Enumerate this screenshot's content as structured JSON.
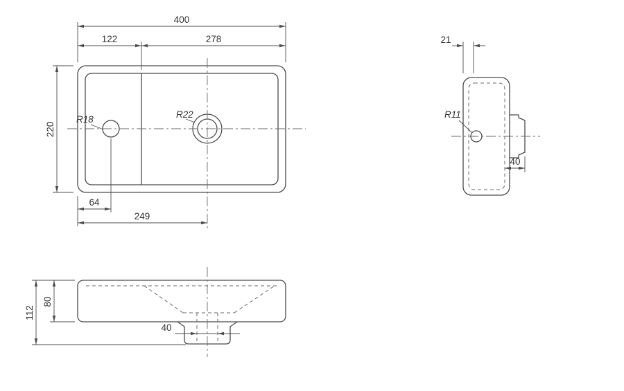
{
  "drawing_type": "washbasin-technical-drawing",
  "colors": {
    "line": "#4a4a4a",
    "hidden_line": "#6a6a6a",
    "dimension": "#4c4c4c",
    "text": "#333333",
    "background": "#ffffff"
  },
  "views": {
    "plan": {
      "dims": {
        "total_width": "400",
        "left_width": "122",
        "right_width": "278",
        "depth": "220",
        "faucet_offset": "64",
        "drain_offset": "249"
      },
      "labels": {
        "faucet_radius": "R18",
        "drain_radius": "R22"
      }
    },
    "side": {
      "dims": {
        "top_thickness": "21",
        "boss_depth": "40"
      },
      "labels": {
        "hole_radius": "R11"
      }
    },
    "front": {
      "dims": {
        "total_height": "112",
        "body_height": "80",
        "drain_width": "40"
      }
    }
  }
}
